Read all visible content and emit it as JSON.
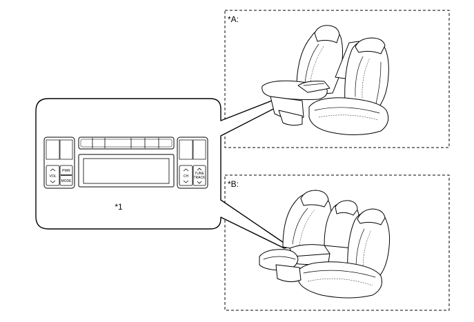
{
  "labels": {
    "detail_a": "*A:",
    "detail_b": "*B:",
    "callout_1": "*1"
  },
  "panel": {
    "vol": "VOL",
    "pwr": "PWR",
    "mode": "MODE",
    "ch": "CH",
    "tune": "TUNE",
    "track": "TRACK"
  },
  "colors": {
    "line": "#000000",
    "background": "#ffffff"
  }
}
